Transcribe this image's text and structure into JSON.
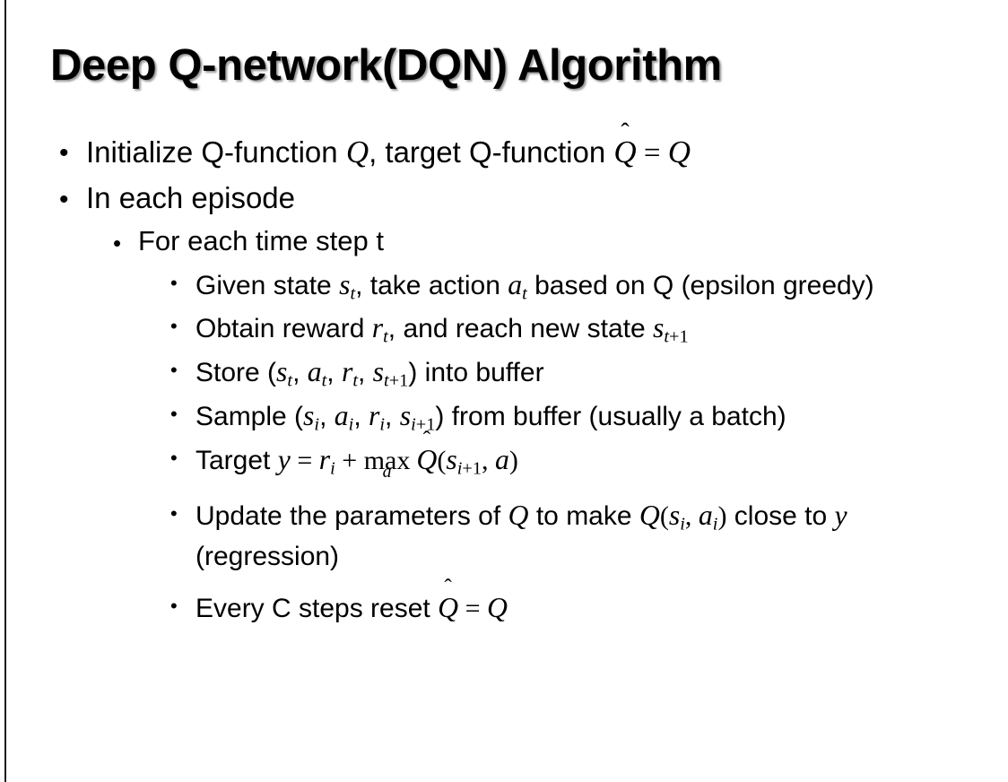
{
  "slide": {
    "title": "Deep Q-network(DQN) Algorithm",
    "background_color": "#ffffff",
    "text_color": "#000000",
    "left_rule_color": "#1a1a1a"
  },
  "bullets": {
    "marker": "•",
    "level1": [
      {
        "id": "initialize",
        "text_plain": "Initialize Q-function Q, target Q-function Q̂ = Q"
      },
      {
        "id": "in-each-episode",
        "text_plain": "In each episode"
      }
    ],
    "level2": [
      {
        "id": "for-each-time-step",
        "text_plain": "For each time step t"
      }
    ],
    "level3": [
      {
        "id": "given-state",
        "text_plain": "Given state s_t, take action a_t based on Q (epsilon greedy)"
      },
      {
        "id": "obtain-reward",
        "text_plain": "Obtain reward r_t, and reach new state s_{t+1}"
      },
      {
        "id": "store-transition",
        "text_plain": "Store (s_t, a_t, r_t, s_{t+1}) into buffer"
      },
      {
        "id": "sample-batch",
        "text_plain": "Sample (s_i, a_i, r_i, s_{i+1}) from buffer (usually a batch)"
      },
      {
        "id": "target",
        "text_plain": "Target y = r_i + max_a Q̂(s_{i+1}, a)"
      },
      {
        "id": "update-parameters",
        "text_plain": "Update the parameters of Q to make Q(s_i, a_i) close to y (regression)"
      },
      {
        "id": "reset-target",
        "text_plain": "Every C steps reset Q̂ = Q"
      }
    ]
  },
  "text": {
    "initialize_pre": "Initialize Q-function ",
    "initialize_q1": "Q",
    "initialize_mid": ", target Q-function ",
    "initialize_qhat": "Q",
    "initialize_hat": "̂",
    "initialize_eq": " = ",
    "initialize_q2": "Q",
    "episode": "In each episode",
    "time_step": "For each time step t",
    "given_pre": "Given state ",
    "given_s": "s",
    "given_s_sub": "t",
    "given_mid": ", take action ",
    "given_a": "a",
    "given_a_sub": "t",
    "given_post": " based on Q (epsilon greedy)",
    "obtain_pre": "Obtain reward ",
    "obtain_r": "r",
    "obtain_r_sub": "t",
    "obtain_mid": ", and reach new state ",
    "obtain_s": "s",
    "obtain_s_sub_i": "t",
    "obtain_s_sub_plus": "+1",
    "store_pre": "Store (",
    "store_s": "s",
    "store_s_sub": "t",
    "store_c1": ", ",
    "store_a": "a",
    "store_a_sub": "t",
    "store_c2": ", ",
    "store_r": "r",
    "store_r_sub": "t",
    "store_c3": ", ",
    "store_s2": "s",
    "store_s2_sub_i": "t",
    "store_s2_sub_plus": "+1",
    "store_post": ") into buffer",
    "sample_pre": "Sample (",
    "sample_s": "s",
    "sample_s_sub": "i",
    "sample_c1": ", ",
    "sample_a": "a",
    "sample_a_sub": "i",
    "sample_c2": ", ",
    "sample_r": "r",
    "sample_r_sub": "i",
    "sample_c3": ", ",
    "sample_s2": "s",
    "sample_s2_sub_i": "i",
    "sample_s2_sub_plus": "+1",
    "sample_post": ") from buffer (usually a batch)",
    "target_pre": "Target ",
    "target_y": "y",
    "target_eq": " = ",
    "target_r": "r",
    "target_r_sub": "i",
    "target_plus": " + ",
    "target_max": "max",
    "target_max_under": "a",
    "target_qhat": "Q",
    "target_hat": "̂",
    "target_paren_open": "(",
    "target_s": "s",
    "target_s_sub_i": "i",
    "target_s_sub_plus": "+1",
    "target_comma": ", ",
    "target_a": "a",
    "target_paren_close": ")",
    "update_pre": "Update the parameters of ",
    "update_q1": "Q",
    "update_mid": " to make ",
    "update_q2": "Q",
    "update_paren_open": "(",
    "update_s": "s",
    "update_s_sub": "i",
    "update_comma": ", ",
    "update_a": "a",
    "update_a_sub": "i",
    "update_paren_close": ")",
    "update_post": " close to ",
    "update_y": "y",
    "update_tail": " (regression)",
    "reset_pre": "Every C steps reset ",
    "reset_qhat": "Q",
    "reset_hat": "̂",
    "reset_eq": " = ",
    "reset_q": "Q"
  }
}
